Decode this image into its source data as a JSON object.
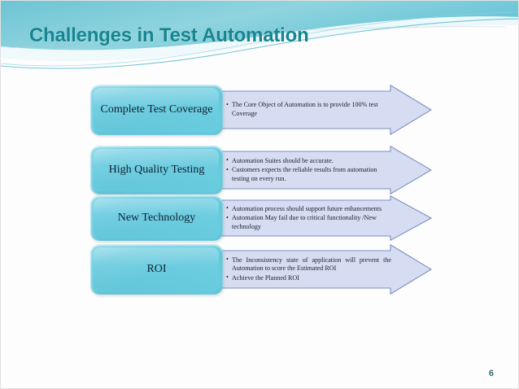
{
  "slide": {
    "title": "Challenges in Test Automation",
    "page_number": "6",
    "accent_color": "#17858f",
    "label_box_color": "#6fcde1",
    "arrow_fill_color": "#d6ddf2",
    "arrow_stroke_color": "#7b8fbe",
    "header_wave_color": "#7ecbd8"
  },
  "rows": [
    {
      "label": "Complete Test Coverage",
      "bullets": [
        "The Core Object of Automation is to provide 100% test Coverage"
      ]
    },
    {
      "label": "High Quality Testing",
      "bullets": [
        "Automation Suites should be accurate.",
        "Customers expects the  reliable results from automation testing on every run."
      ]
    },
    {
      "label": "New Technology",
      "bullets": [
        "Automation process should support future enhancements",
        "Automation May  fail due to critical functionality /New technology"
      ]
    },
    {
      "label": "ROI",
      "bullets": [
        "The Inconsistency state of application will prevent the Automation to score the Estimated ROI",
        "Achieve the  Planned ROI"
      ]
    }
  ]
}
